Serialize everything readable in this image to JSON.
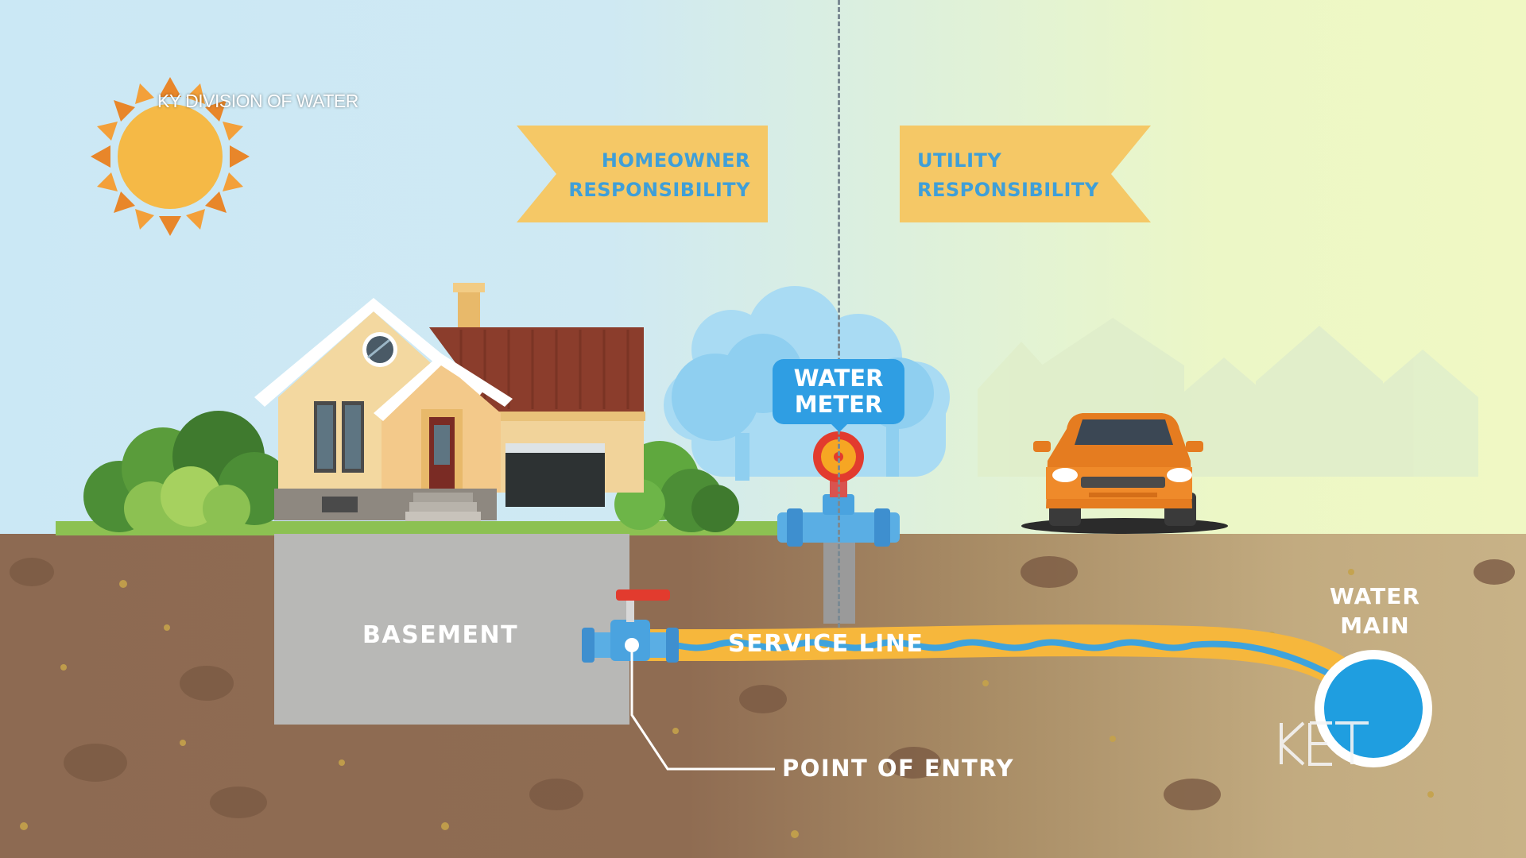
{
  "watermark": "KY DIVISION OF WATER",
  "banners": {
    "homeowner": {
      "line1": "HOMEOWNER",
      "line2": "RESPONSIBILITY"
    },
    "utility": {
      "line1": "UTILITY",
      "line2": "RESPONSIBILITY"
    }
  },
  "labels": {
    "water_meter_1": "WATER",
    "water_meter_2": "METER",
    "basement": "BASEMENT",
    "service_line": "SERVICE LINE",
    "water_main_1": "WATER",
    "water_main_2": "MAIN",
    "point_of_entry": "POINT OF ENTRY"
  },
  "logo": "KET",
  "colors": {
    "banner": "#f5c866",
    "banner_text": "#3f9fd8",
    "pipe_blue": "#3ea3dd",
    "pipe_orange": "#f6b73c",
    "soil": "#8d6a52",
    "sky": "#cbe8f5",
    "sun": "#f5a632"
  }
}
